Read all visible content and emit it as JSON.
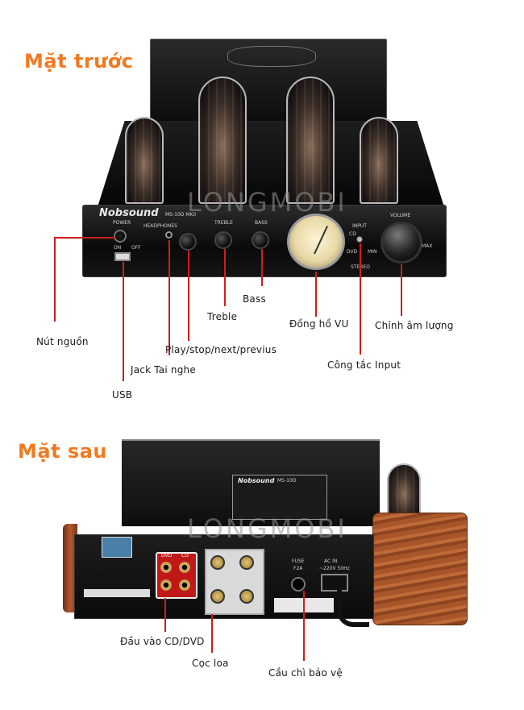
{
  "front": {
    "title": "Mặt trước",
    "watermark": "LONGMOBI",
    "device": {
      "brand": "Nobsound",
      "model": "MS-10D MKII",
      "text_power": "POWER",
      "text_headphones": "HEADPHONES",
      "text_treble": "TREBLE",
      "text_bass": "BASS",
      "text_input": "INPUT",
      "text_volume": "VOLUME",
      "text_max": "MAX",
      "text_min": "MIN",
      "text_stereo": "STEREO",
      "text_on": "ON",
      "text_off": "OFF",
      "text_cd": "CD",
      "text_dvd": "DVD"
    },
    "labels": {
      "power_button": "Nút nguồn",
      "usb": "USB",
      "headphone_jack": "Jack Tai nghe",
      "playback": "Play/stop/next/previus",
      "treble": "Treble",
      "bass": "Bass",
      "vu_meter": "Đồng hồ VU",
      "input_switch": "Công tắc Input",
      "volume": "Chỉnh âm lượng"
    }
  },
  "rear": {
    "title": "Mặt sau",
    "watermark": "LONGMOBI",
    "device": {
      "brand": "Nobsound",
      "model": "MS-10D",
      "text_fuse": "FUSE",
      "text_fuse_rating": "F2A",
      "text_ac_in": "AC IN",
      "text_voltage": "~220V 50Hz",
      "text_dvd": "DVD",
      "text_cd": "CD"
    },
    "labels": {
      "cd_dvd_input": "Đầu vào CD/DVD",
      "speaker_terminal": "Cọc loa",
      "fuse": "Cầu chì bảo vệ"
    }
  },
  "colors": {
    "title": "#f07a22",
    "pointer": "#d21c1c",
    "label": "#1a1a1a"
  }
}
